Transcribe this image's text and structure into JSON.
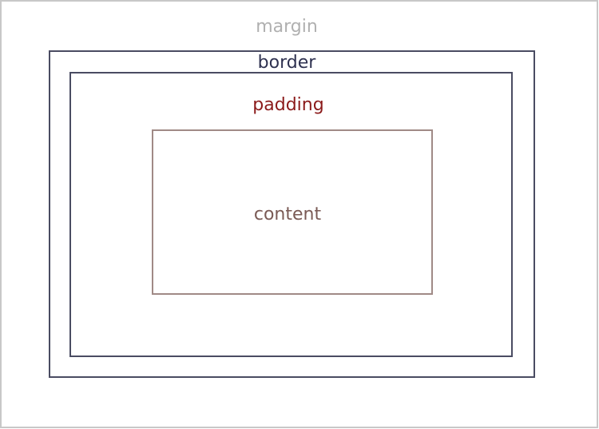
{
  "labels": {
    "margin": "margin",
    "border": "border",
    "padding": "padding",
    "content": "content"
  },
  "colors": {
    "margin": "#b0b0b0",
    "border": "#2e3150",
    "padding": "#8b1a1a",
    "content": "#7a5a55",
    "border_stroke": "#4a4c62",
    "content_stroke": "#a08a86",
    "outer_stroke": "#c8c8c8"
  }
}
